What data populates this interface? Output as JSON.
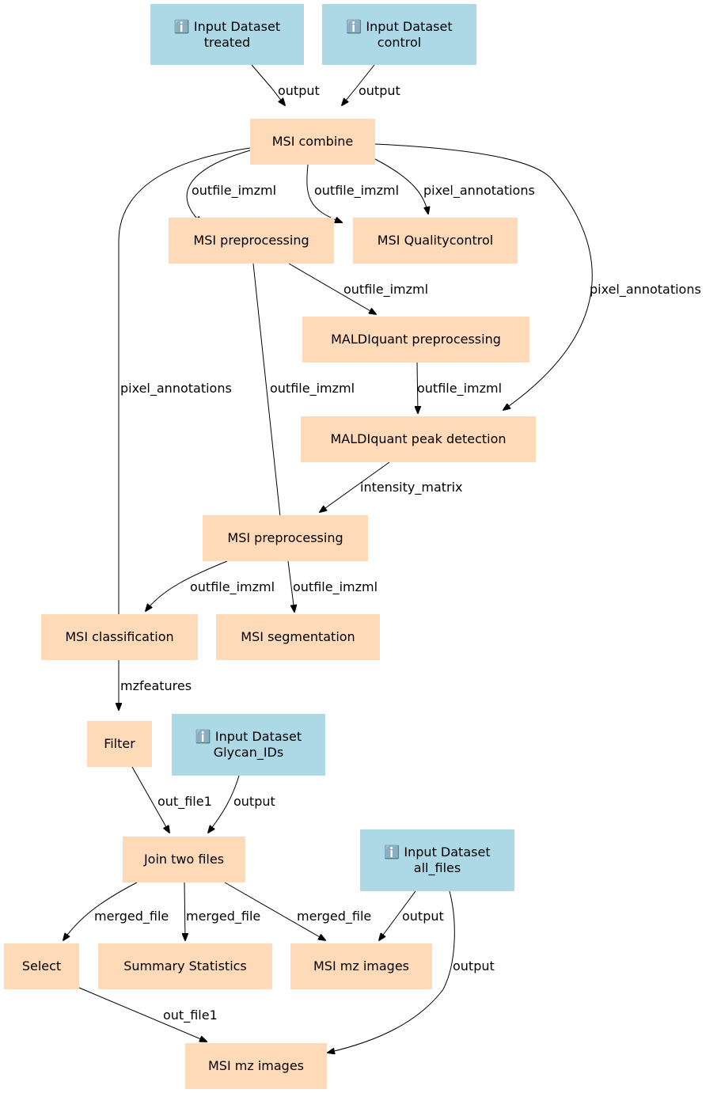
{
  "nodes": {
    "input_treated": {
      "line1": "ℹ️ Input Dataset",
      "line2": "treated"
    },
    "input_control": {
      "line1": "ℹ️ Input Dataset",
      "line2": "control"
    },
    "msi_combine": "MSI combine",
    "msi_preprocessing_1": "MSI preprocessing",
    "msi_qualitycontrol": "MSI Qualitycontrol",
    "maldiquant_preprocessing": "MALDIquant preprocessing",
    "maldiquant_peak_detection": "MALDIquant peak detection",
    "msi_preprocessing_2": "MSI preprocessing",
    "msi_classification": "MSI classification",
    "msi_segmentation": "MSI segmentation",
    "filter": "Filter",
    "input_glycan": {
      "line1": "ℹ️ Input Dataset",
      "line2": "Glycan_IDs"
    },
    "join_two_files": "Join two files",
    "input_all_files": {
      "line1": "ℹ️ Input Dataset",
      "line2": "all_files"
    },
    "select": "Select",
    "summary_statistics": "Summary Statistics",
    "msi_mz_images_1": "MSI mz images",
    "msi_mz_images_2": "MSI mz images"
  },
  "edges": {
    "treated_to_combine": "output",
    "control_to_combine": "output",
    "combine_to_preproc1": "outfile_imzml",
    "combine_to_qc_imzml": "outfile_imzml",
    "combine_to_qc_annotations": "pixel_annotations",
    "combine_to_peak": "pixel_annotations",
    "combine_to_classification": "pixel_annotations",
    "preproc1_to_maldiquant": "outfile_imzml",
    "preproc1_to_preproc2": "outfile_imzml",
    "maldiquant_to_peak": "outfile_imzml",
    "peak_to_preproc2": "intensity_matrix",
    "preproc2_to_classification": "outfile_imzml",
    "preproc2_to_segmentation": "outfile_imzml",
    "classification_to_filter": "mzfeatures",
    "filter_to_join": "out_file1",
    "glycan_to_join": "output",
    "join_to_select": "merged_file",
    "join_to_summary": "merged_file",
    "join_to_mz1": "merged_file",
    "allfiles_to_mz1": "output",
    "allfiles_to_mz2": "output",
    "select_to_mz2": "out_file1"
  },
  "colors": {
    "input_node": "#add8e6",
    "tool_node": "#ffdab9",
    "edge": "#000000"
  }
}
